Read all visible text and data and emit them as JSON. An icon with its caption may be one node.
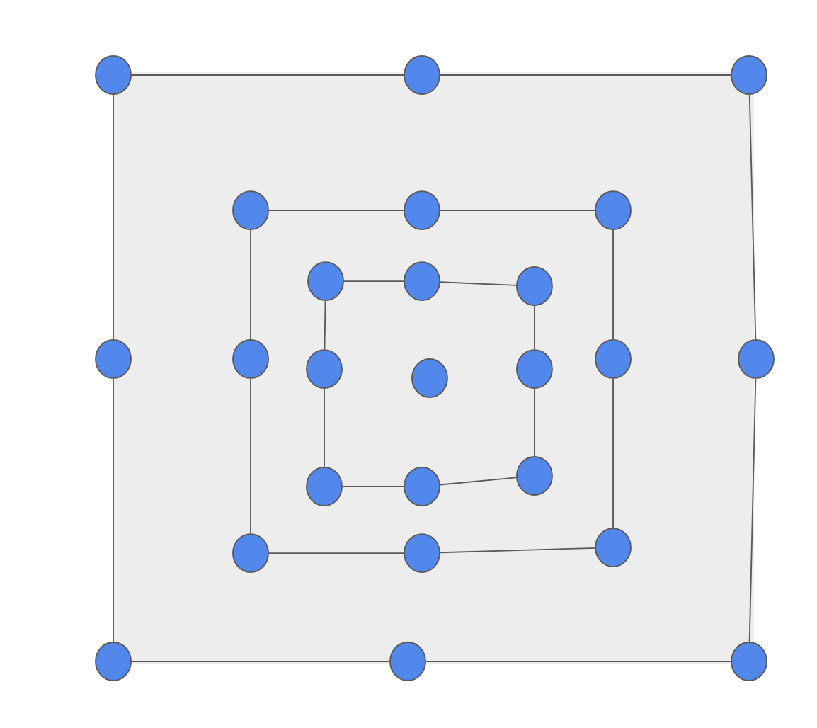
{
  "diagram": {
    "nodes": [
      {
        "text": [],
        "shape": "circle"
      },
      {
        "text": [],
        "shape": "circle"
      },
      {
        "text": [],
        "shape": "circle"
      },
      {
        "text": [],
        "shape": "circle"
      },
      {
        "text": [],
        "shape": "circle"
      },
      {
        "text": [],
        "shape": "circle"
      },
      {
        "text": [],
        "shape": "circle"
      },
      {
        "text": [],
        "shape": "circle"
      },
      {
        "text": [],
        "shape": "circle"
      },
      {
        "text": [],
        "shape": "circle"
      },
      {
        "text": [],
        "shape": "circle"
      },
      {
        "text": [],
        "shape": "circle"
      },
      {
        "text": [],
        "shape": "circle"
      },
      {
        "text": [],
        "shape": "circle"
      },
      {
        "text": [],
        "shape": "circle"
      },
      {
        "text": [],
        "shape": "circle"
      },
      {
        "text": [],
        "shape": "circle"
      },
      {
        "text": [],
        "shape": "circle"
      },
      {
        "text": [],
        "shape": "circle"
      },
      {
        "text": [],
        "shape": "circle"
      },
      {
        "text": [],
        "shape": "circle"
      },
      {
        "text": [],
        "shape": "circle"
      },
      {
        "text": [],
        "shape": "circle"
      },
      {
        "text": [],
        "shape": "circle"
      },
      {
        "text": [],
        "shape": "circle"
      }
    ],
    "edges": [
      {
        "from": 0,
        "to": 1,
        "arrow": "none"
      },
      {
        "from": 1,
        "to": 2,
        "arrow": "none"
      },
      {
        "from": 2,
        "to": 15,
        "arrow": "none"
      },
      {
        "from": 15,
        "to": 24,
        "arrow": "none"
      },
      {
        "from": 24,
        "to": 23,
        "arrow": "none"
      },
      {
        "from": 23,
        "to": 22,
        "arrow": "none"
      },
      {
        "from": 22,
        "to": 9,
        "arrow": "none"
      },
      {
        "from": 9,
        "to": 0,
        "arrow": "none"
      },
      {
        "from": 3,
        "to": 4,
        "arrow": "none"
      },
      {
        "from": 4,
        "to": 5,
        "arrow": "none"
      },
      {
        "from": 5,
        "to": 14,
        "arrow": "none"
      },
      {
        "from": 14,
        "to": 21,
        "arrow": "none"
      },
      {
        "from": 21,
        "to": 20,
        "arrow": "none"
      },
      {
        "from": 20,
        "to": 19,
        "arrow": "none"
      },
      {
        "from": 19,
        "to": 10,
        "arrow": "none"
      },
      {
        "from": 10,
        "to": 3,
        "arrow": "none"
      },
      {
        "from": 6,
        "to": 7,
        "arrow": "none"
      },
      {
        "from": 7,
        "to": 8,
        "arrow": "none"
      },
      {
        "from": 8,
        "to": 13,
        "arrow": "none"
      },
      {
        "from": 13,
        "to": 18,
        "arrow": "none"
      },
      {
        "from": 18,
        "to": 17,
        "arrow": "none"
      },
      {
        "from": 17,
        "to": 16,
        "arrow": "none"
      },
      {
        "from": 16,
        "to": 11,
        "arrow": "none"
      },
      {
        "from": 11,
        "to": 6,
        "arrow": "none"
      }
    ]
  }
}
